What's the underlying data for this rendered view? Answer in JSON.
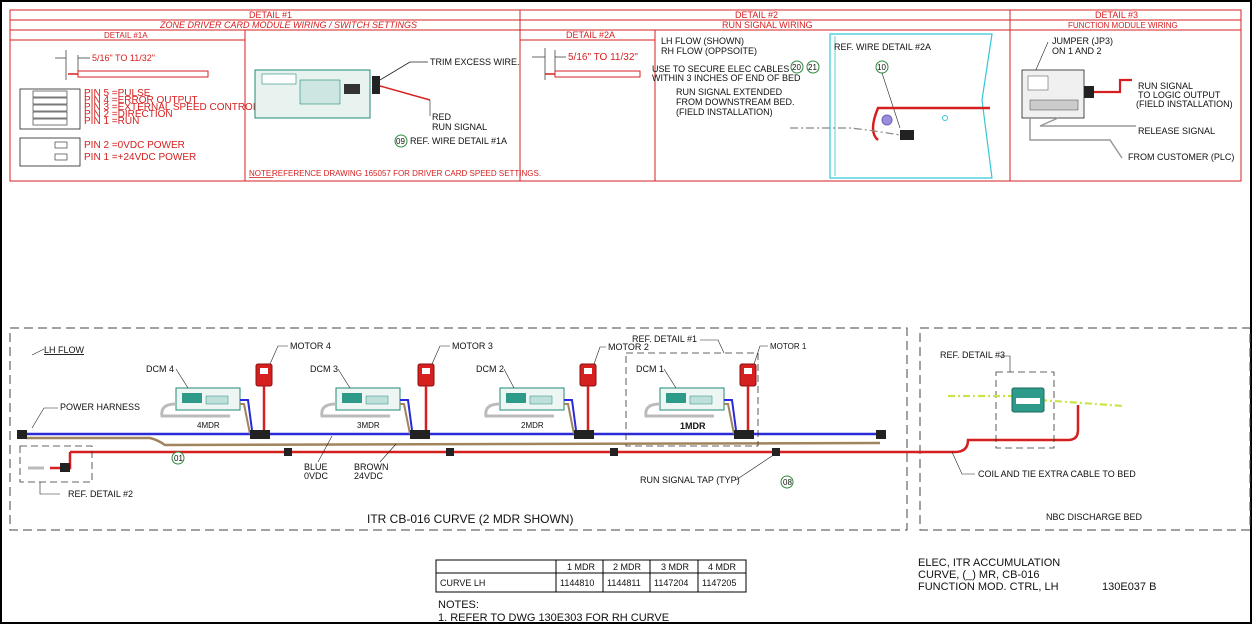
{
  "title_bar": {
    "d1": "DETAIL #1",
    "d1_sub": "ZONE DRIVER CARD MODULE WIRING / SWITCH SETTINGS",
    "d1a": "DETAIL #1A",
    "d2": "DETAIL #2",
    "d2_sub": "RUN SIGNAL WIRING",
    "d2a": "DETAIL #2A",
    "d3": "DETAIL #3",
    "d3_sub": "FUNCTION MODULE WIRING"
  },
  "detail1a": {
    "strip": "5/16\" TO 11/32\"",
    "pins": [
      "PIN 5 =PULSE",
      "PIN 4 =ERROR OUTPUT",
      "PIN 3 =EXTERNAL SPEED CONTROL",
      "PIN 2 =DIRECTION",
      "PIN 1 =RUN"
    ],
    "power": [
      "PIN 2 =0VDC POWER",
      "PIN 1 =+24VDC POWER"
    ]
  },
  "detail1": {
    "trim": "TRIM EXCESS WIRE.",
    "red": "RED",
    "run": "RUN SIGNAL",
    "bubble": "09",
    "ref": "REF. WIRE DETAIL #1A",
    "note_key": "NOTE:",
    "note": "REFERENCE DRAWING 165057 FOR DRIVER CARD SPEED SETTINGS."
  },
  "detail2a": {
    "strip": "5/16\" TO 11/32\""
  },
  "detail2": {
    "lh": "LH FLOW (SHOWN)",
    "rh": "RH FLOW (OPPSOITE)",
    "secure1": "USE TO SECURE ELEC CABLES",
    "secure2": "WITHIN 3 INCHES OF END OF BED",
    "ext1": "RUN SIGNAL EXTENDED",
    "ext2": "FROM DOWNSTREAM BED.",
    "ext3": "(FIELD INSTALLATION)",
    "b20": "20",
    "b21": "21",
    "b10": "10",
    "ref": "REF. WIRE DETAIL #2A"
  },
  "detail3": {
    "jumper1": "JUMPER (JP3)",
    "jumper2": "ON 1 AND 2",
    "run1": "RUN SIGNAL",
    "run2": "TO LOGIC OUTPUT",
    "run3": "(FIELD INSTALLATION)",
    "release": "RELEASE SIGNAL",
    "customer": "FROM CUSTOMER (PLC)"
  },
  "layout": {
    "lh_flow": "LH FLOW",
    "ref_detail1": "REF. DETAIL #1",
    "ref_detail2": "REF. DETAIL #2",
    "ref_detail3": "REF. DETAIL #3",
    "power_harness": "POWER HARNESS",
    "blue": "BLUE",
    "ovdc": "0VDC",
    "brown": "BROWN",
    "v24": "24VDC",
    "run_tap": "RUN SIGNAL TAP (TYP)",
    "b01": "01",
    "b08": "08",
    "coil": "COIL AND TIE EXTRA CABLE TO BED",
    "curve_title": "ITR CB-016 CURVE (2 MDR SHOWN)",
    "nbc": "NBC DISCHARGE BED",
    "dcm4": "DCM 4",
    "dcm3": "DCM 3",
    "dcm2": "DCM 2",
    "dcm1": "DCM 1",
    "m4": "MOTOR 4",
    "m3": "MOTOR 3",
    "m2": "MOTOR 2",
    "m1": "MOTOR 1",
    "mdr4": "4MDR",
    "mdr3": "3MDR",
    "mdr2": "2MDR",
    "mdr1": "1MDR"
  },
  "table": {
    "headers": [
      "",
      "1 MDR",
      "2 MDR",
      "3 MDR",
      "4 MDR"
    ],
    "row_label": "CURVE LH",
    "row_values": [
      "1144810",
      "1144811",
      "1147204",
      "1147205"
    ]
  },
  "notes": {
    "title": "NOTES:",
    "n1": "1. REFER TO DWG 130E303 FOR RH CURVE"
  },
  "title_block": {
    "l1": "ELEC, ITR ACCUMULATION",
    "l2": "CURVE, (_) MR, CB-016",
    "l3": "FUNCTION MOD. CTRL, LH",
    "dwg": "130E037 B"
  },
  "colors": {
    "red": "#d62020",
    "blue": "#2a2ad8",
    "brown": "#a0845c",
    "teal": "#1f8a7a",
    "green": "#2e8b3a",
    "yellow": "#e6e600"
  }
}
